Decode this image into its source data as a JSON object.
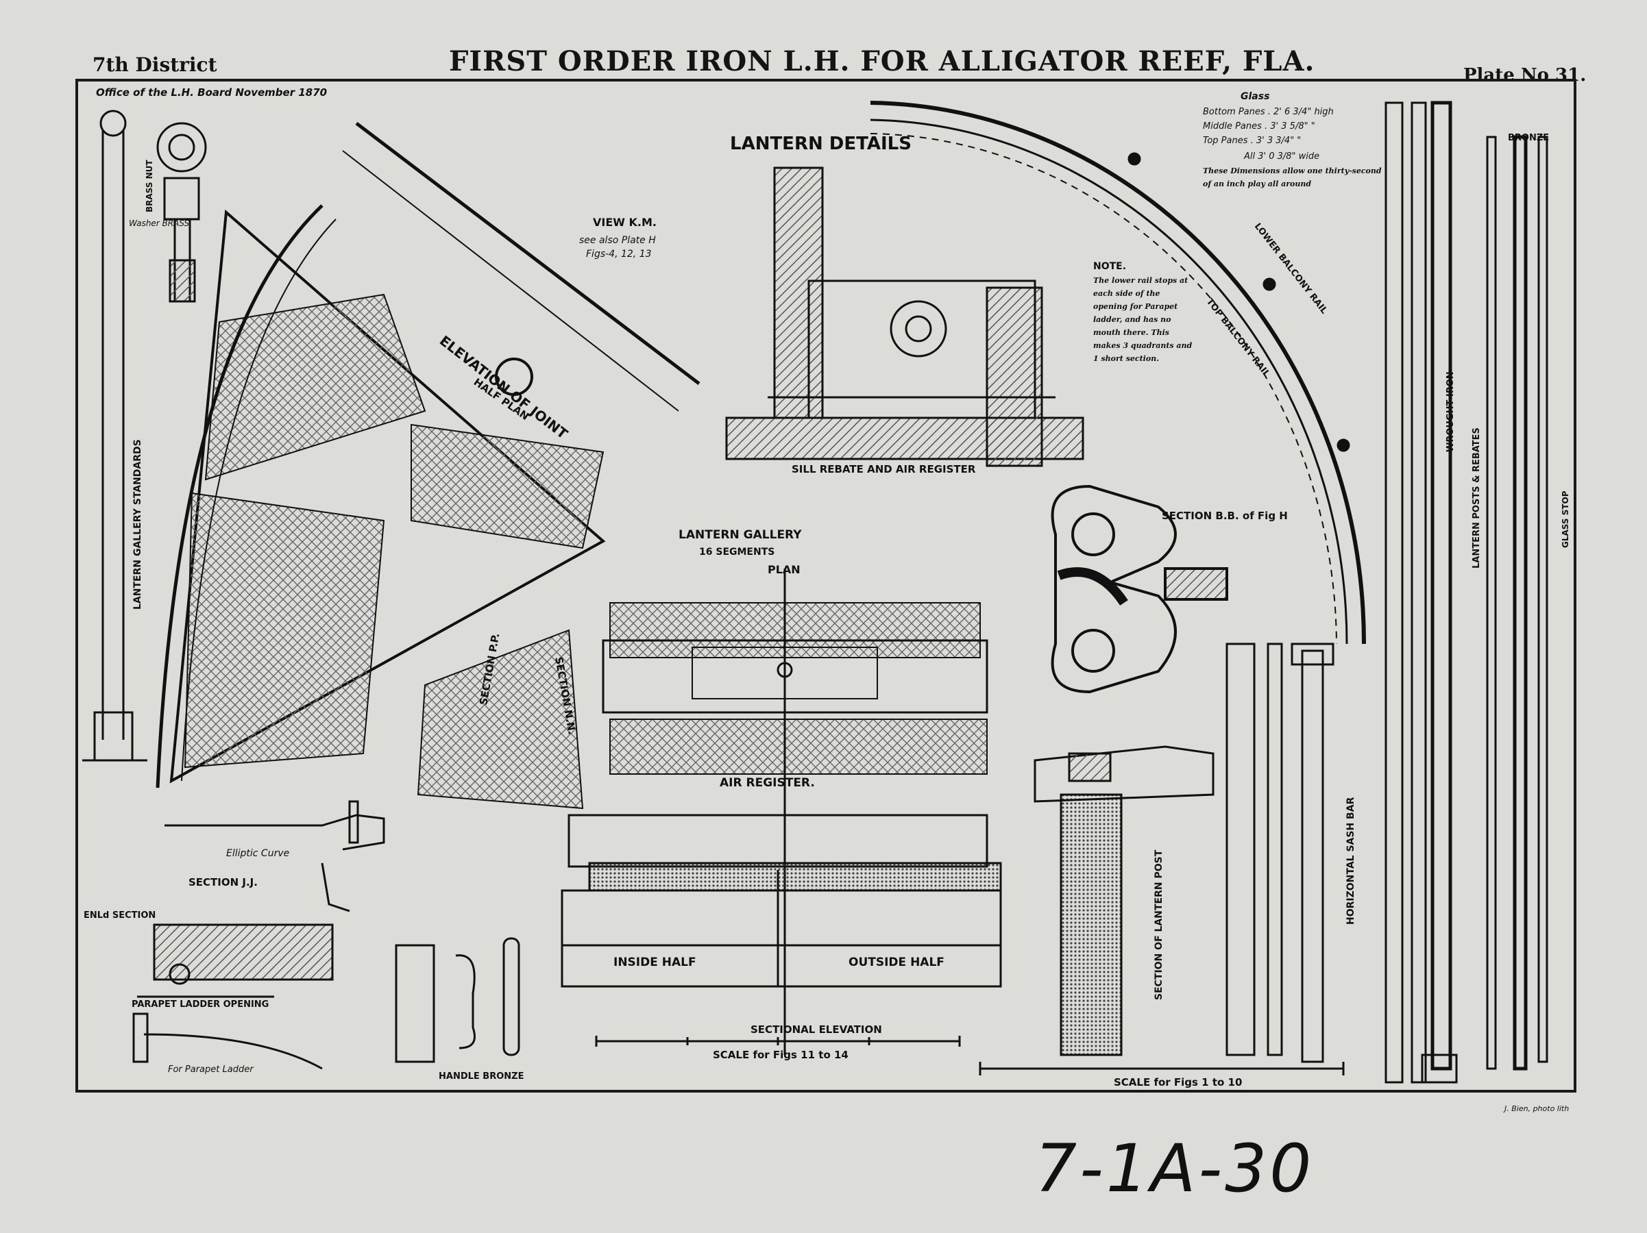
{
  "header": {
    "district": "7th District",
    "title": "FIRST ORDER IRON L.H. FOR ALLIGATOR REEF, FLA.",
    "plate": "Plate No 31.",
    "office_note": "Office of the L.H. Board November 1870"
  },
  "labels": {
    "lantern_details": "LANTERN DETAILS",
    "view_km": "VIEW K.M.",
    "see_also": "see also Plate H",
    "figs_ref": "Figs-4, 12, 13",
    "elevation_joint": "ELEVATION OF JOINT",
    "half_plan": "HALF PLAN",
    "sill_rebate": "SILL REBATE AND AIR REGISTER",
    "note_title": "NOTE.",
    "note_body": "The lower rail stops at each side of the opening for Parapet ladder, and has no mouth there. This makes 3 quadrants and 1 short section.",
    "glass_title": "Glass",
    "glass_bottom": "Bottom Panes . 2' 6 3/4\" high",
    "glass_middle": "Middle Panes . 3' 3 5/8\" \"",
    "glass_top": "Top Panes . 3' 3 3/4\" \"",
    "glass_all": "All 3' 0 3/8\" wide",
    "glass_note": "These Dimensions allow one thirty-second of an inch play all around",
    "lower_balcony_rail": "LOWER BALCONY RAIL",
    "top_balcony_rail": "TOP BALCONY RAIL",
    "section_bb": "SECTION B.B. of Fig H",
    "lantern_gallery": "LANTERN GALLERY",
    "segments": "16 SEGMENTS",
    "plan": "PLAN",
    "section_pp": "SECTION P.P.",
    "section_nn": "SECTION N.N.",
    "section_jj": "SECTION J.J.",
    "enld_section": "ENLd SECTION",
    "parapet_ladder_opening": "PARAPET LADDER OPENING",
    "air_register": "AIR REGISTER.",
    "inside_half": "INSIDE HALF",
    "outside_half": "OUTSIDE HALF",
    "sectional_elevation": "SECTIONAL ELEVATION",
    "scale_11_14": "SCALE for Figs 11 to 14",
    "scale_1_10": "SCALE for Figs 1 to 10",
    "handle_bronze": "HANDLE BRONZE",
    "section_lantern_post": "SECTION OF LANTERN POST",
    "horizontal_sash_bar": "HORIZONTAL SASH BAR",
    "bronze": "BRONZE",
    "wrought_iron": "WROUGHT IRON",
    "lantern_posts": "LANTERN POSTS & REBATES",
    "glass_stop": "GLASS STOP",
    "lantern_gallery_standards": "LANTERN GALLERY STANDARDS",
    "washer_brass": "Washer BRASS",
    "brass_nut": "BRASS NUT",
    "elliptic_curve": "Elliptic Curve",
    "for_parapet_ladder": "For Parapet Ladder",
    "printer": "J. Bien, photo lith",
    "catalog_number": "7-1A-30"
  },
  "colors": {
    "paper": "#dcdcd8",
    "ink": "#141414",
    "hatch": "#555555"
  }
}
